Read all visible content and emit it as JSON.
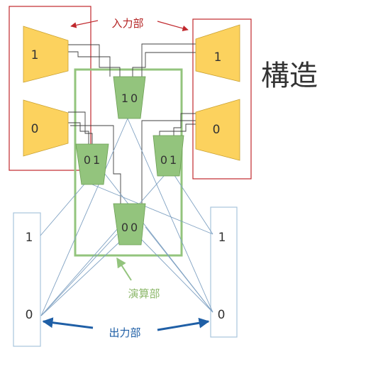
{
  "title": "構造",
  "labels": {
    "input": "入力部",
    "compute": "演算部",
    "output": "出力部"
  },
  "input_left": {
    "top": "1",
    "bottom": "0"
  },
  "input_right": {
    "top": "1",
    "bottom": "0"
  },
  "compute_nodes": {
    "top": "10",
    "left": "01",
    "right": "01",
    "bottom": "00"
  },
  "output_left": {
    "top": "1",
    "bottom": "0"
  },
  "output_right": {
    "top": "1",
    "bottom": "0"
  },
  "colors": {
    "input_border": "#c0282d",
    "input_fill": "#fcd25e",
    "input_stroke": "#c9a030",
    "compute_border": "#93c47d",
    "compute_fill": "#93c47d",
    "compute_stroke": "#6a9e52",
    "compute_label": "#8db86b",
    "output_border": "#a8c5dd",
    "output_arrow": "#1f5fa6",
    "output_lines": "#7fa1c2",
    "input_lines": "#404040",
    "input_label": "#b42323"
  }
}
